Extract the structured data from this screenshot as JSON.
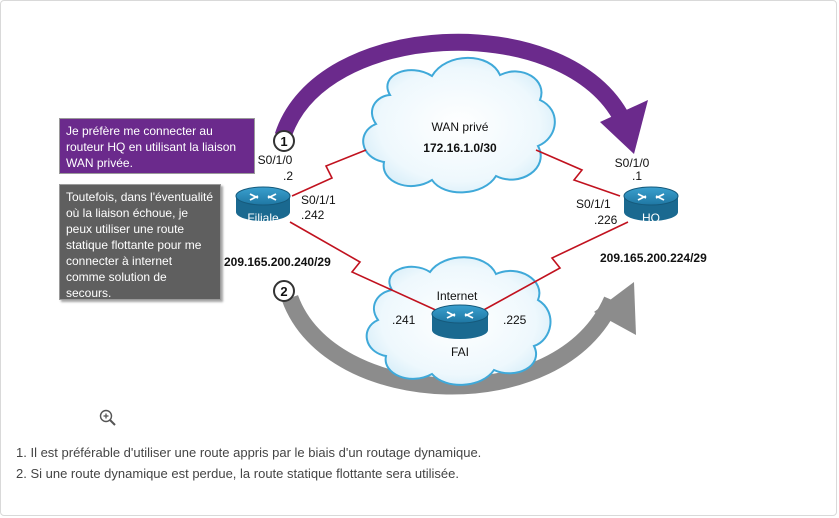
{
  "callouts": {
    "preferred": "Je préfère me connecter au routeur HQ en utilisant la liaison WAN privée.",
    "backup": "Toutefois, dans l'éventualité où la liaison échoue, je peux utiliser une route statique flottante pour me connecter à internet comme solution de secours."
  },
  "markers": {
    "one": "1",
    "two": "2"
  },
  "wan_cloud": {
    "label": "WAN privé",
    "network": "172.16.1.0/30"
  },
  "internet_cloud": {
    "label": "Internet",
    "router_label": "FAI",
    "left_ip": ".241",
    "right_ip": ".225"
  },
  "branch": {
    "name": "Filiale",
    "if_top": "S0/1/0",
    "if_top_ip": ".2",
    "if_right": "S0/1/1",
    "if_right_ip": ".242",
    "network": "209.165.200.240/29"
  },
  "hq": {
    "name": "HQ",
    "if_top": "S0/1/0",
    "if_top_ip": ".1",
    "if_left": "S0/1/1",
    "if_left_ip": ".226",
    "network": "209.165.200.224/29"
  },
  "notes": [
    "1. Il est préférable d'utiliser une route appris par le biais d'un routage dynamique.",
    "2. Si une route dynamique est perdue, la route statique flottante sera utilisée."
  ],
  "colors": {
    "primary_arrow": "#6b2a8c",
    "backup_arrow": "#8c8c8c",
    "router": "#2a86b0",
    "link": "#c1121f",
    "cloud_edge": "#3fa9d9"
  },
  "icons": {
    "zoom": "zoom-in-icon",
    "router": "router-icon"
  }
}
